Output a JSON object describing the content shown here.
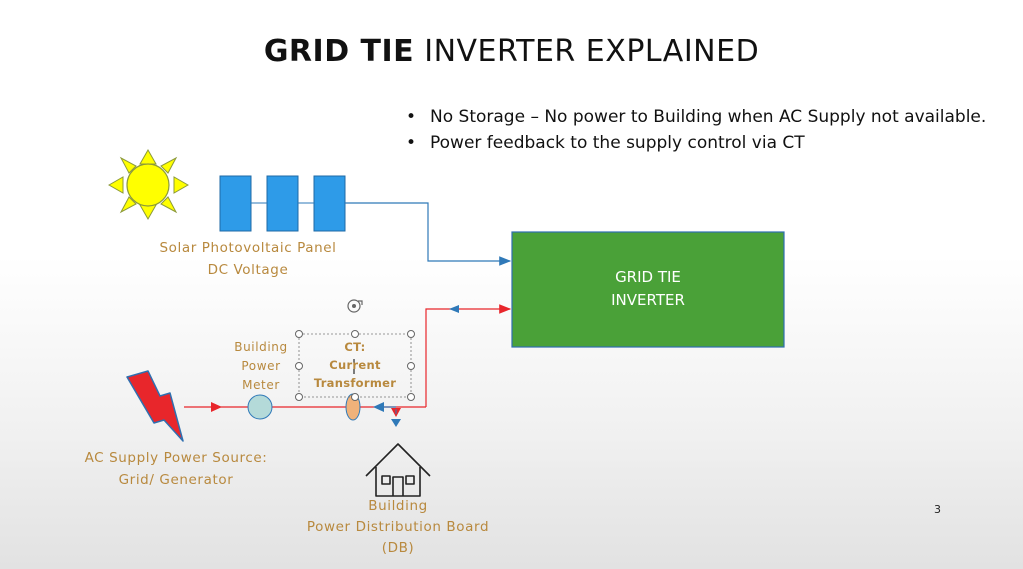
{
  "slide": {
    "title_bold": "GRID TIE",
    "title_rest": "INVERTER EXPLAINED",
    "page_number": "3"
  },
  "bullets": [
    "No Storage – No power to Building when AC Supply not available.",
    "Power feedback to the supply control via CT"
  ],
  "labels": {
    "solar_line1": "Solar Photovoltaic Panel",
    "solar_line2": "DC Voltage",
    "meter_line1": "Building",
    "meter_line2": "Power",
    "meter_line3": "Meter",
    "ct_line1": "CT:",
    "ct_line2": "Current",
    "ct_line3": "Transformer",
    "ac_line1": "AC Supply Power Source:",
    "ac_line2": "Grid/ Generator",
    "db_line1": "Building",
    "db_line2": "Power Distribution Board",
    "db_line3": "(DB)",
    "inverter_line1": "GRID TIE",
    "inverter_line2": "INVERTER"
  },
  "colors": {
    "sun_fill": "#ffff00",
    "panel_fill": "#2e9be8",
    "inverter_fill": "#4aa138",
    "label_text": "#b8893e",
    "ac_line": "#e8262b",
    "dc_line": "#2f79b8",
    "meter_fill": "#b4dad9"
  }
}
